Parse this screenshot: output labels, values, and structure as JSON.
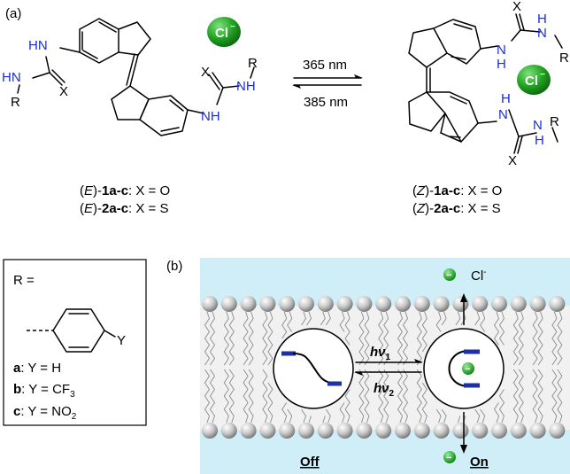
{
  "panel_a": {
    "label": "(a)",
    "forward_wavelength": "365 nm",
    "reverse_wavelength": "385 nm",
    "chloride": "Cl",
    "chloride_charge": "−",
    "e_isomer": {
      "caption1_prefix": "(",
      "caption1_italic": "E",
      "caption1_mid": ")-",
      "caption1_bold": "1a-c",
      "caption1_rest": ": X = O",
      "caption2_prefix": "(",
      "caption2_italic": "E",
      "caption2_mid": ")-",
      "caption2_bold": "2a-c",
      "caption2_rest": ": X = S"
    },
    "z_isomer": {
      "caption1_prefix": "(",
      "caption1_italic": "Z",
      "caption1_mid": ")-",
      "caption1_bold": "1a-c",
      "caption1_rest": ": X = O",
      "caption2_prefix": "(",
      "caption2_italic": "Z",
      "caption2_mid": ")-",
      "caption2_bold": "2a-c",
      "caption2_rest": ": X = S"
    },
    "atoms": {
      "HN": "HN",
      "NH": "NH",
      "N": "N",
      "H": "H",
      "X": "X",
      "R": "R"
    }
  },
  "r_box": {
    "title": "R =",
    "y_label": "Y",
    "items": [
      {
        "key": "a",
        "text": ": Y = H"
      },
      {
        "key": "b",
        "text": ": Y = CF",
        "sub": "3"
      },
      {
        "key": "c",
        "text": ": Y = NO",
        "sub": "2"
      }
    ]
  },
  "panel_b": {
    "label": "(b)",
    "chloride": "Cl",
    "chloride_charge": "-",
    "minus": "−",
    "hv1": "hν",
    "hv1_sub": "1",
    "hv2": "hν",
    "hv2_sub": "2",
    "off": "Off",
    "on": "On"
  },
  "colors": {
    "membrane_bg": "#cfeef7",
    "nitrogen_blue": "#1a2fd1",
    "chloride_green": "#2e9e2e",
    "receptor_blue": "#1a2fa8"
  }
}
